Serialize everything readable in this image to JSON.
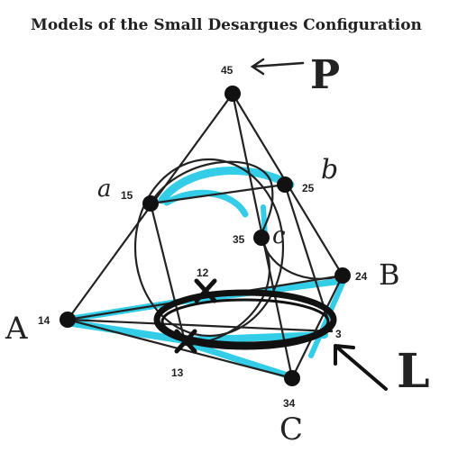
{
  "title": "Models of the Small Desargues Configuration",
  "colors": {
    "ink": "#222222",
    "highlight": "#1ec8e6",
    "marker": "#111111",
    "background": "#ffffff"
  },
  "points": [
    {
      "id": "p45",
      "label": "45"
    },
    {
      "id": "p15",
      "label": "15"
    },
    {
      "id": "p25",
      "label": "25"
    },
    {
      "id": "p35",
      "label": "35"
    },
    {
      "id": "p24",
      "label": "24"
    },
    {
      "id": "p14",
      "label": "14"
    },
    {
      "id": "p12",
      "label": "12"
    },
    {
      "id": "p13",
      "label": "13"
    },
    {
      "id": "p23",
      "label": "3"
    },
    {
      "id": "p34",
      "label": "34"
    }
  ],
  "handwritten": {
    "P": "P",
    "a": "a",
    "b": "b",
    "c": "c",
    "A": "A",
    "B": "B",
    "C": "C",
    "L": "L"
  }
}
